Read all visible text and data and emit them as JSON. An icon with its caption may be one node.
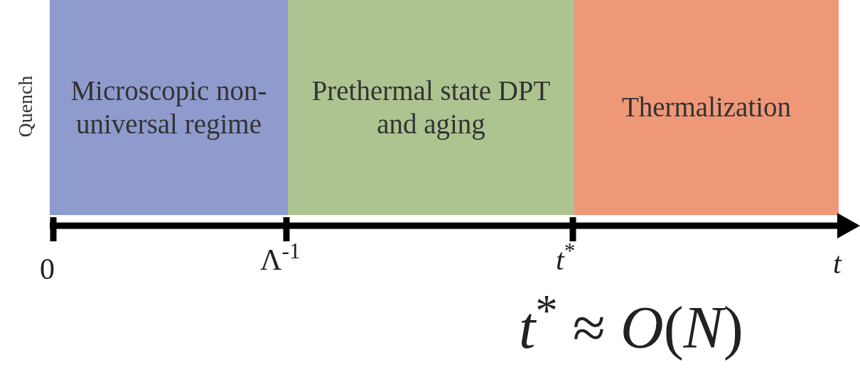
{
  "diagram": {
    "nodes": [
      {
        "text": [
          "Microscopic non-universal regime"
        ]
      },
      {
        "text": [
          "Prethermal state DPT and aging"
        ]
      },
      {
        "text": [
          "Thermalization"
        ]
      }
    ],
    "labels": [
      "Quench",
      "0",
      "Λ$^{-1}$",
      "*t*$^{*}$",
      "*t*",
      "*t*$^{*}$ ≈ *O*(*N*)"
    ]
  }
}
